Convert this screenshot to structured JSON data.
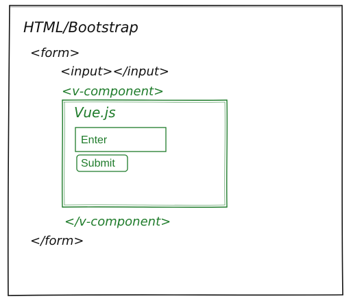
{
  "diagram": {
    "title": "HTML/Bootstrap",
    "form_open": "<form>",
    "input_tag": "<input></input>",
    "component_open": "<v-component>",
    "component_close": "</v-component>",
    "form_close": "</form>",
    "vue": {
      "title": "Vue.js",
      "input_value": "Enter",
      "submit_label": "Submit"
    }
  },
  "colors": {
    "ink": "#111111",
    "green": "#1e7b2a"
  }
}
